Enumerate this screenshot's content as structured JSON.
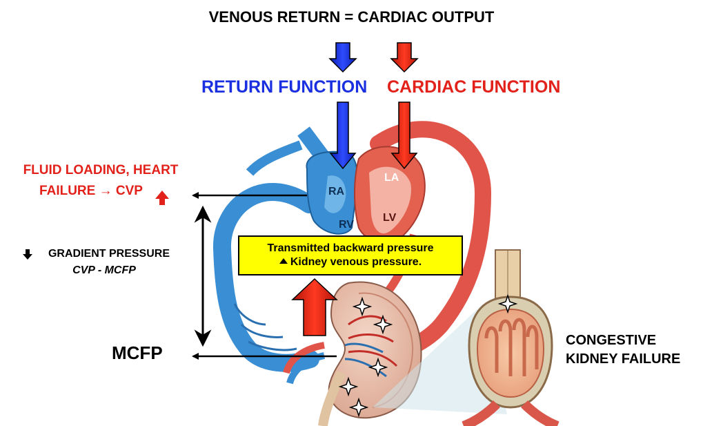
{
  "title": "VENOUS RETURN = CARDIAC OUTPUT",
  "return_function": "RETURN FUNCTION",
  "cardiac_function": "CARDIAC FUNCTION",
  "fluid_loading": {
    "line1": "FLUID LOADING, HEART",
    "line2": "FAILURE → CVP"
  },
  "gradient": {
    "line1": "GRADIENT PRESSURE",
    "line2": "CVP - MCFP"
  },
  "mcfp": "MCFP",
  "box": {
    "line1": "Transmitted backward pressure",
    "line2": "Kidney venous pressure."
  },
  "congestive": {
    "line1": "CONGESTIVE",
    "line2": "KIDNEY FAILURE"
  },
  "heart_labels": {
    "ra": "RA",
    "rv": "RV",
    "la": "LA",
    "lv": "LV"
  },
  "colors": {
    "return_blue": "#1a2fe0",
    "cardiac_red": "#e2211b",
    "venous_blue": "#3a8fd4",
    "arterial_red": "#e0544a",
    "box_yellow": "#ffff00"
  }
}
